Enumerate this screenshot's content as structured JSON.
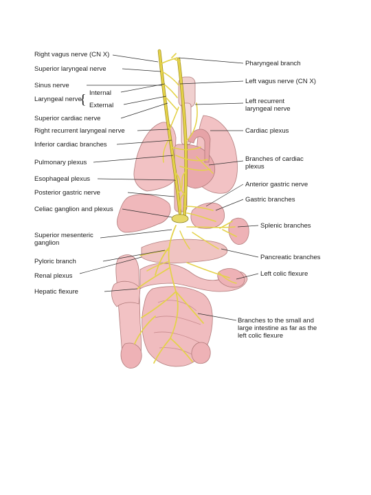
{
  "labels_left": {
    "right_vagus": "Right vagus nerve (CN X)",
    "superior_laryngeal": "Superior laryngeal nerve",
    "sinus": "Sinus nerve",
    "laryngeal": "Laryngeal nerve",
    "internal": "Internal",
    "external": "External",
    "superior_cardiac": "Superior cardiac nerve",
    "right_recurrent": "Right recurrent laryngeal nerve",
    "inferior_cardiac": "Inferior cardiac branches",
    "pulmonary": "Pulmonary plexus",
    "esophageal": "Esophageal plexus",
    "posterior_gastric": "Posterior gastric nerve",
    "celiac": "Celiac ganglion and plexus",
    "sup_mesenteric_1": "Superior mesenteric",
    "sup_mesenteric_2": "ganglion",
    "pyloric": "Pyloric branch",
    "renal": "Renal plexus",
    "hepatic": "Hepatic flexure"
  },
  "labels_right": {
    "pharyngeal": "Pharyngeal branch",
    "left_vagus": "Left vagus nerve (CN X)",
    "left_recurrent_1": "Left recurrent",
    "left_recurrent_2": "laryngeal nerve",
    "cardiac_plexus": "Cardiac plexus",
    "branches_cardiac_1": "Branches of cardiac",
    "branches_cardiac_2": "plexus",
    "anterior_gastric": "Anterior gastric nerve",
    "gastric_branches": "Gastric branches",
    "splenic": "Splenic branches",
    "pancreatic": "Pancreatic branches",
    "left_colic": "Left colic flexure",
    "intestine_1": "Branches to the small and",
    "intestine_2": "large intestine as far as the",
    "intestine_3": "left colic flexure"
  },
  "colors": {
    "nerve": "#e4d24a",
    "organ": "#f2c2c4",
    "organ_dark": "#d99a9e",
    "leader": "#2a2a2a"
  }
}
